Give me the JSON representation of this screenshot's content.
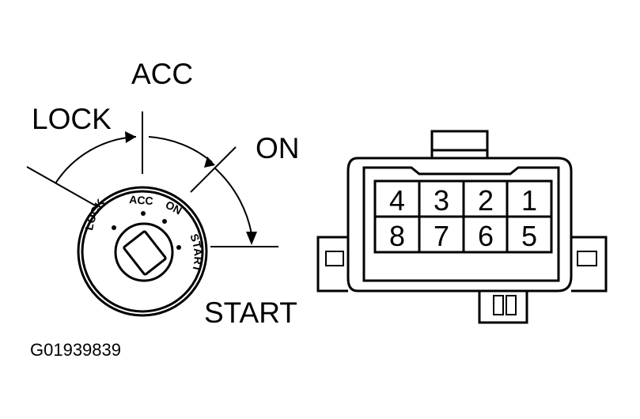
{
  "ignition_switch": {
    "position_labels": {
      "lock": "LOCK",
      "acc": "ACC",
      "on": "ON",
      "start": "START"
    },
    "face_labels": {
      "lock": "LOCK",
      "acc": "ACC",
      "on": "ON",
      "start": "START"
    }
  },
  "connector": {
    "pins_top_row": [
      "4",
      "3",
      "2",
      "1"
    ],
    "pins_bottom_row": [
      "8",
      "7",
      "6",
      "5"
    ]
  },
  "figure_code": "G01939839"
}
